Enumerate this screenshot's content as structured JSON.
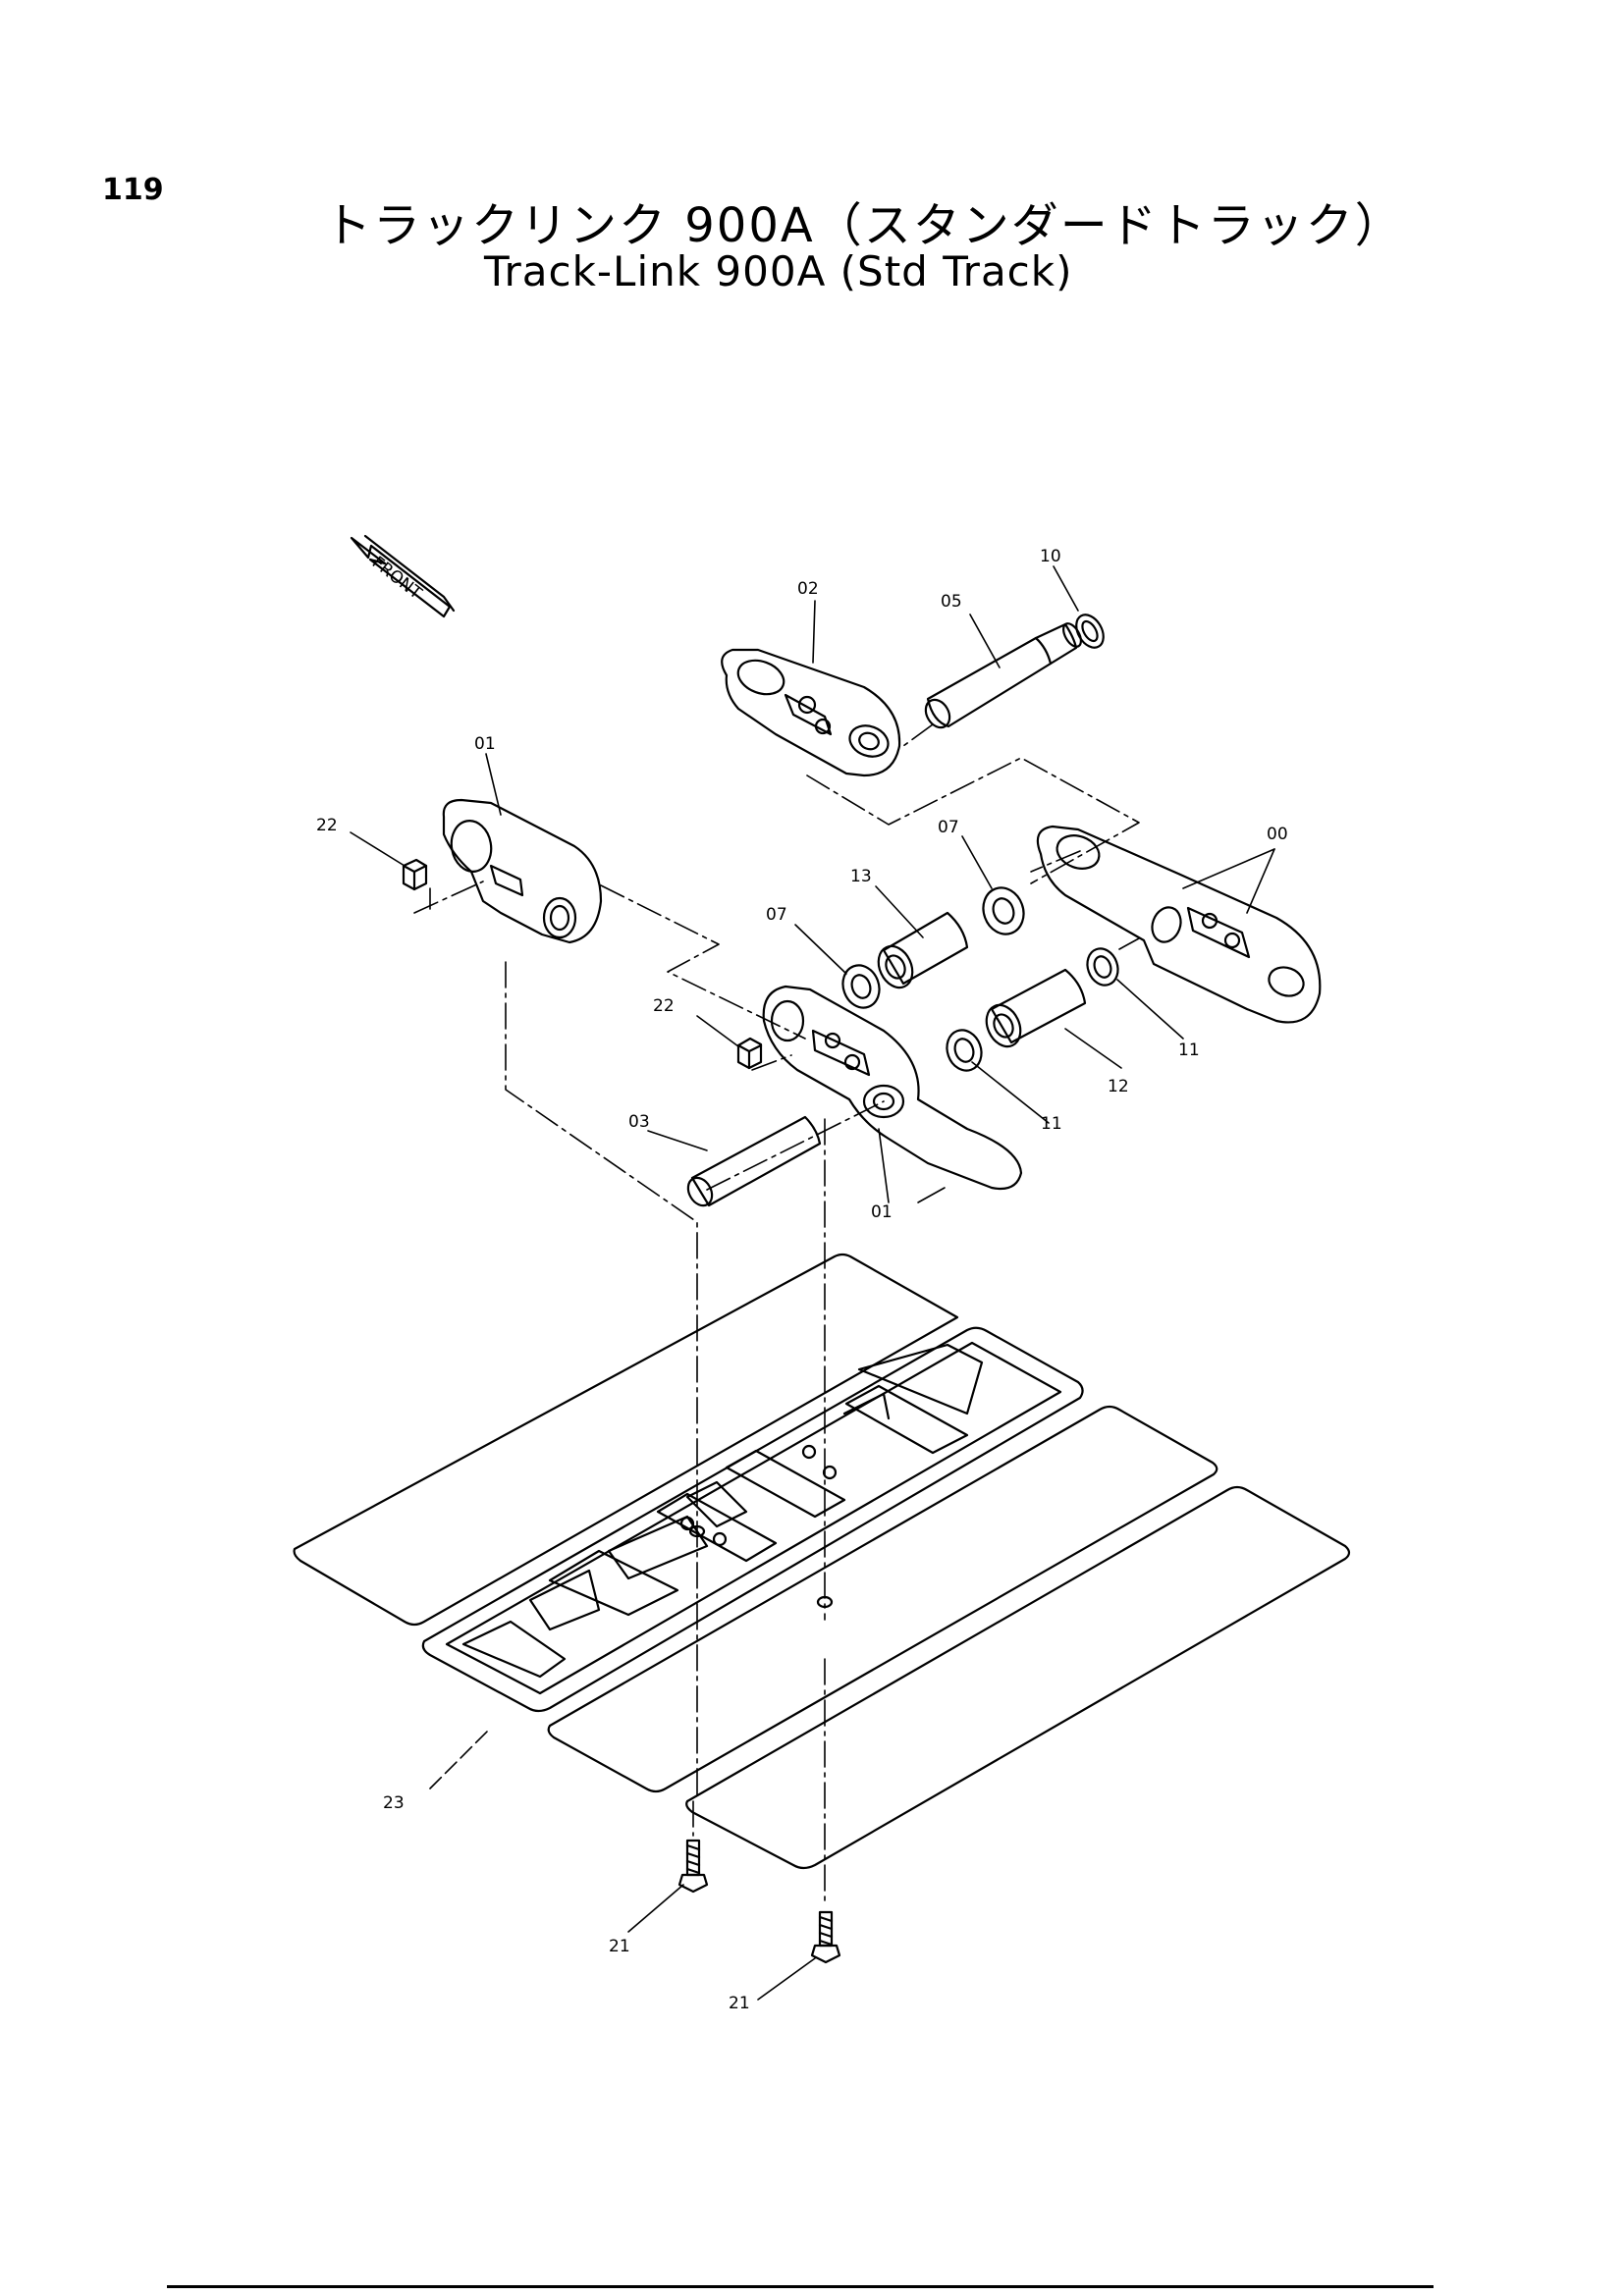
{
  "page": {
    "number": "119"
  },
  "title": {
    "japanese": "トラックリンク 900A（スタンダードトラック）",
    "english": "Track-Link 900A (Std  Track)"
  },
  "direction_marker": {
    "label": "FRONT",
    "icon": "arrow-icon"
  },
  "callouts": {
    "c00": "00",
    "c01_top": "01",
    "c01_bottom": "01",
    "c02": "02",
    "c03": "03",
    "c05": "05",
    "c07_left": "07",
    "c07_right": "07",
    "c10": "10",
    "c11_left": "11",
    "c11_right": "11",
    "c12": "12",
    "c13": "13",
    "c21_left": "21",
    "c21_right": "21",
    "c22_left": "22",
    "c22_mid": "22",
    "c23": "23"
  }
}
